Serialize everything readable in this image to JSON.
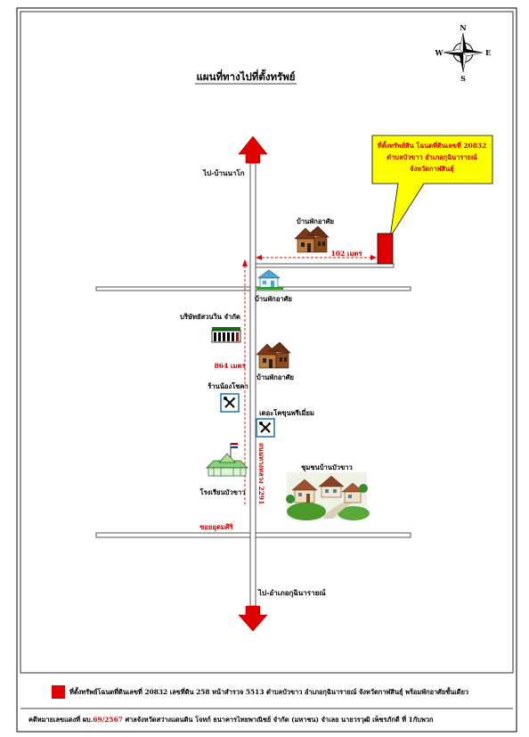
{
  "title": "แผนที่ทางไปที่ตั้งทรัพย์",
  "compass": {
    "n": "N",
    "s": "S",
    "e": "E",
    "w": "W"
  },
  "callout": {
    "line1": "ที่ตั้งทรัพย์สิน โฉนดที่ดินเลขที่ 20832",
    "line2": "ตำบลบัวขาว อำเภอกุฉินารายณ์",
    "line3": "จังหวัดกาฬสินธุ์",
    "fill": "#ffff00",
    "text_color": "#d00000"
  },
  "labels": {
    "to_north": "ไป-บ้านนาโก",
    "to_south": "ไป-อำเภอกุฉินารายณ์",
    "house_top": "บ้านพักอาศัย",
    "distance_east": "102 เมตร",
    "house_small": "บ้านพักอาศัย",
    "company": "บริษัทยัสวนวิน จำกัด",
    "distance_north": "864 เมตร",
    "house_mid": "บ้านพักอาศัย",
    "restaurant_left": "ร้านน้องโชคา",
    "restaurant_right": "เดอะโคขุนพรีเมี่ยม",
    "road_name": "ถนนทางหลวง 2291",
    "school": "โรงเรียนบัวขาว",
    "community": "ชุมชนบ้านบัวขาว",
    "soi": "ซอยอุดมศิริ"
  },
  "legend": {
    "description": "ที่ตั้งทรัพย์โฉนดที่ดินเลขที่ 20832 เลขที่ดิน 258 หน้าสำรวจ 5513 ตำบลบัวขาว อำเภอกุฉินารายณ์ จังหวัดกาฬสินธุ์ พร้อมพักอาศัยชั้นเดียว",
    "case_prefix": "คดีหมายเลขแดงที่ ผบ.",
    "case_number": "69/2567",
    "case_rest": "ศาลจังหวัดสว่างแดนดิน โจทก์ ธนาคารไทยพาณิชย์ จำกัด (มหาชน) จำเลย นายวรวุฒิ เพ็ชรภักดี ที่ 1กับพวก",
    "marker_color": "#e00000"
  },
  "colors": {
    "arrow": "#e00000",
    "dashed": "#e00000",
    "road_outline": "#555555"
  }
}
